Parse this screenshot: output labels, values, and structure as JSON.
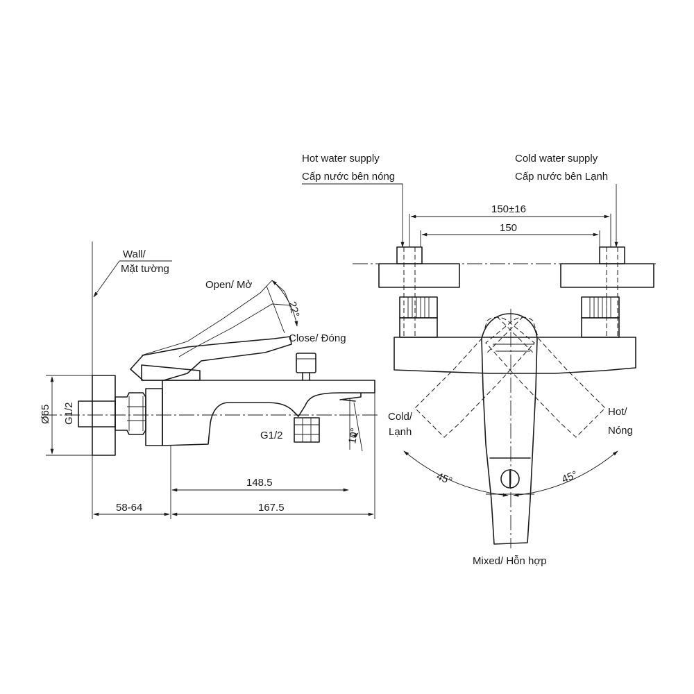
{
  "labels": {
    "wall_en": "Wall/",
    "wall_vi": "Mặt tường",
    "open": "Open/ Mở",
    "close": "Close/ Đóng",
    "angle_lever": "22°",
    "angle_spout": "10°",
    "diameter": "Ø65",
    "thread_inlet": "G1/2",
    "thread_outlet": "G1/2",
    "dim_148": "148.5",
    "dim_167": "167.5",
    "dim_5864": "58-64",
    "hot_supply_en": "Hot water supply",
    "hot_supply_vi": "Cấp nước bên nóng",
    "cold_supply_en": "Cold water supply",
    "cold_supply_vi": "Cấp nước bên Lạnh",
    "dim_150tol": "150±16",
    "dim_150": "150",
    "cold_en": "Cold/",
    "cold_vi": "Lạnh",
    "hot_en": "Hot/",
    "hot_vi": "Nóng",
    "angle_left": "45°",
    "angle_right": "45°",
    "mixed": "Mixed/ Hỗn hợp"
  }
}
